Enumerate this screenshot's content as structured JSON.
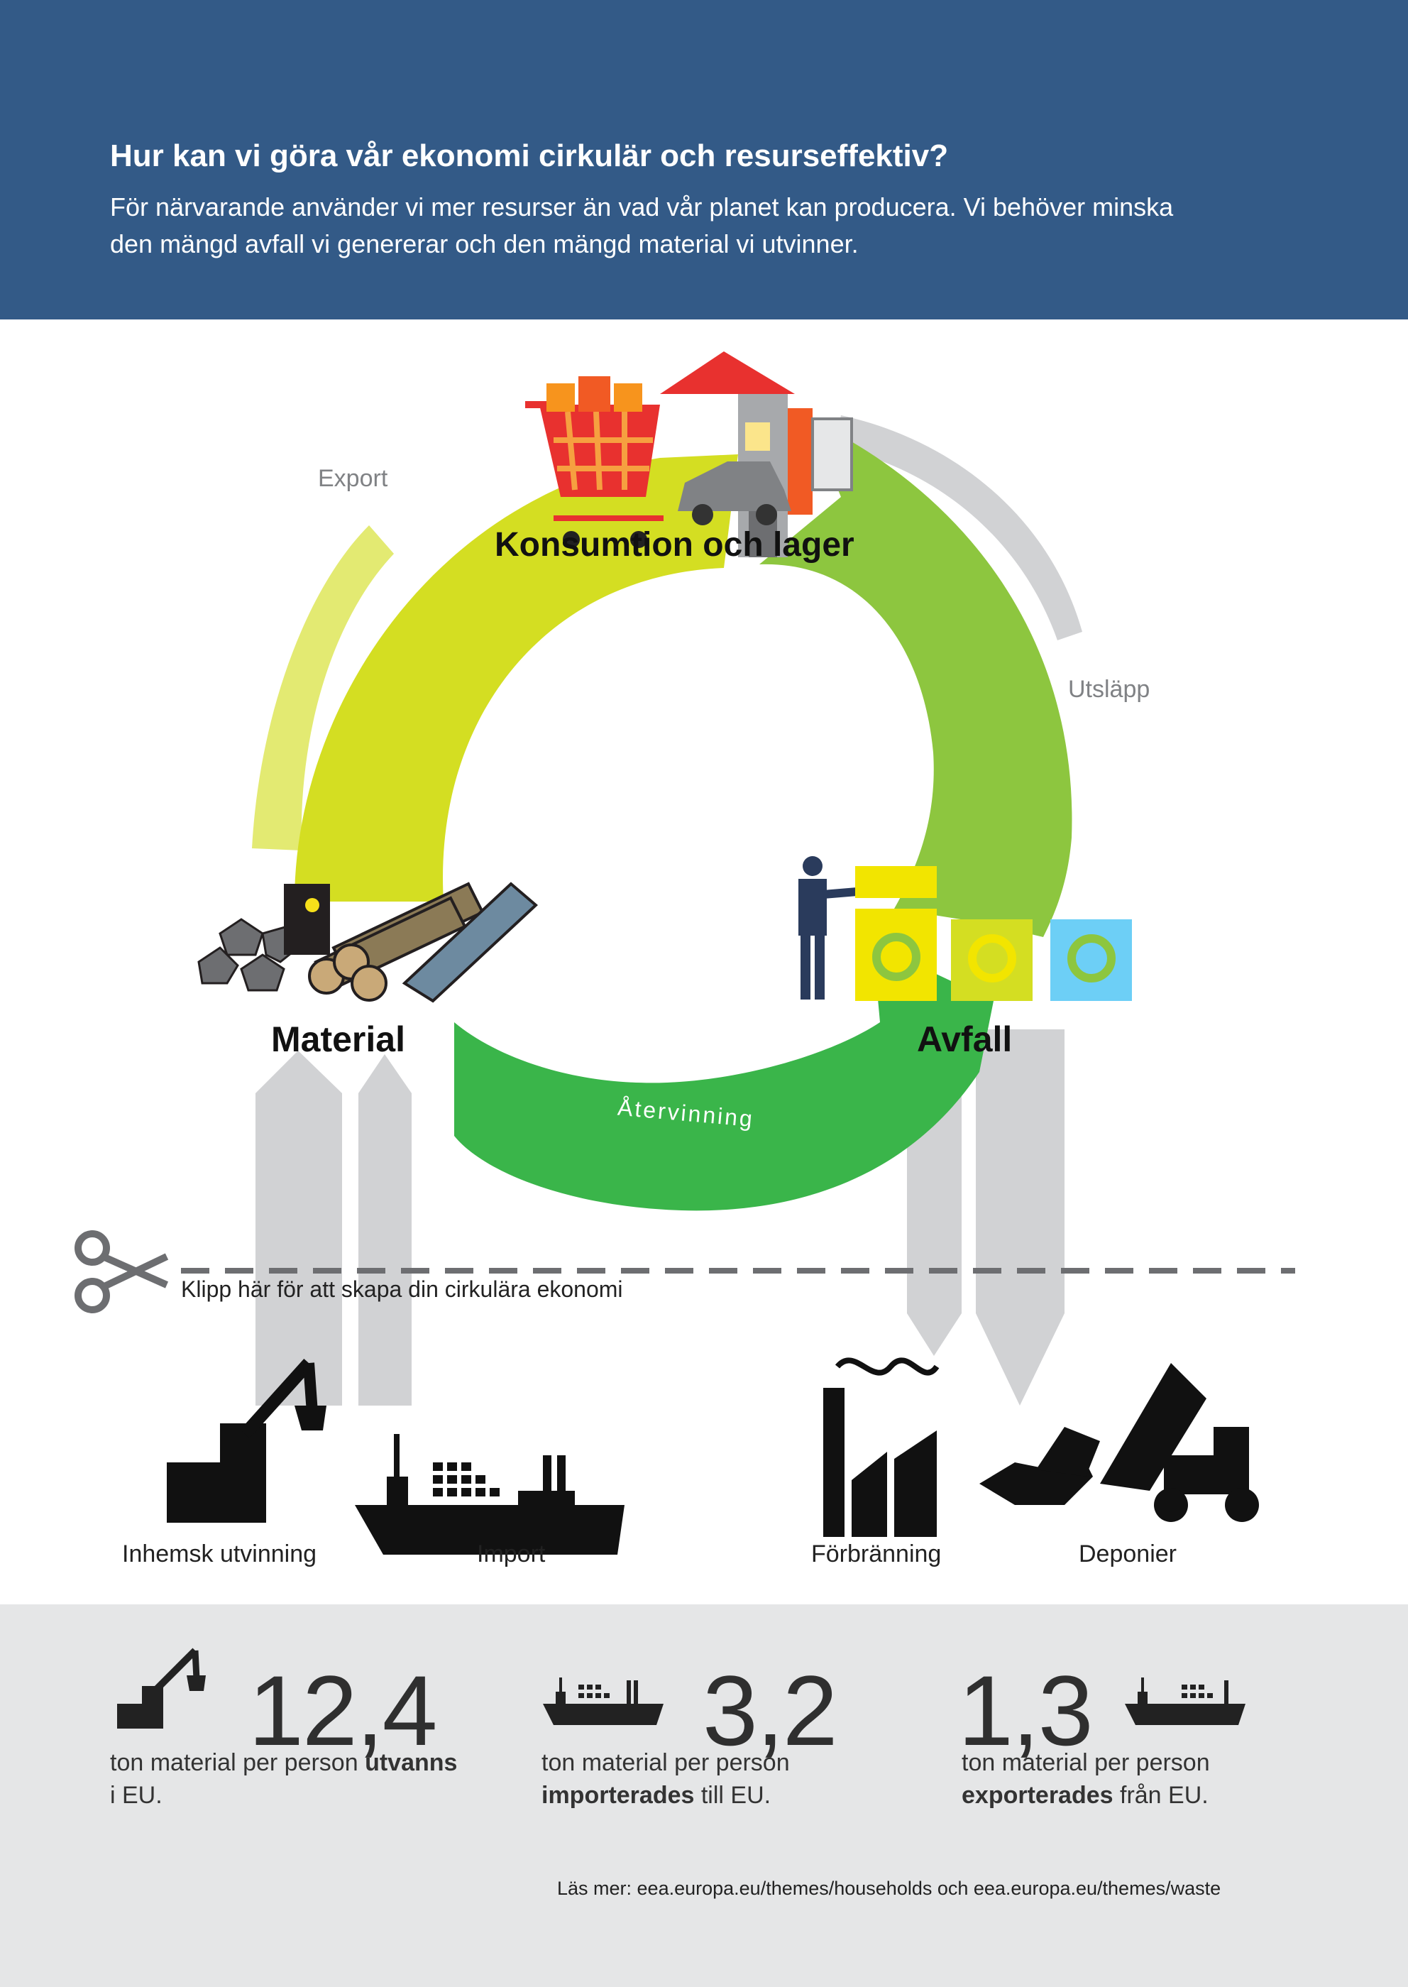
{
  "header": {
    "title": "Hur kan vi göra vår ekonomi cirkulär och resurseffektiv?",
    "description_line1": "För närvarande använder vi mer resurser än vad vår planet kan producera. Vi behöver minska",
    "description_line2": "den mängd avfall vi genererar och den mängd material vi utvinner."
  },
  "diagram": {
    "consumption_label": "Konsumtion och lager",
    "export_label": "Export",
    "emissions_label": "Utsläpp",
    "material_label": "Material",
    "waste_label": "Avfall",
    "recycling_label": "Återvinning",
    "cut_label": "Klipp här för att skapa din cirkulära ekonomi",
    "sources": {
      "domestic_extraction": "Inhemsk utvinning",
      "import": "Import",
      "incineration": "Förbränning",
      "landfill": "Deponier"
    },
    "colors": {
      "arc_yellow": "#d4de22",
      "arc_light_green": "#8dc63f",
      "arc_green": "#3ab54a",
      "arc_pale": "#e3ea72",
      "grey_arrow": "#d1d2d4",
      "header_blue": "#335a87"
    }
  },
  "stats": [
    {
      "icon": "excavator-icon",
      "value": "12,4",
      "text_before": "ton material per person ",
      "emphasis": "utvanns",
      "text_after": "i EU."
    },
    {
      "icon": "ship-icon",
      "value": "3,2",
      "text_before": "ton material per person",
      "emphasis": "importerades",
      "text_after": " till EU."
    },
    {
      "icon": "ship-icon",
      "value": "1,3",
      "text_before": "ton material per person",
      "emphasis": "exporterades",
      "text_after": " från EU."
    }
  ],
  "footer": {
    "more_info": "Läs mer: eea.europa.eu/themes/households och eea.europa.eu/themes/waste"
  }
}
